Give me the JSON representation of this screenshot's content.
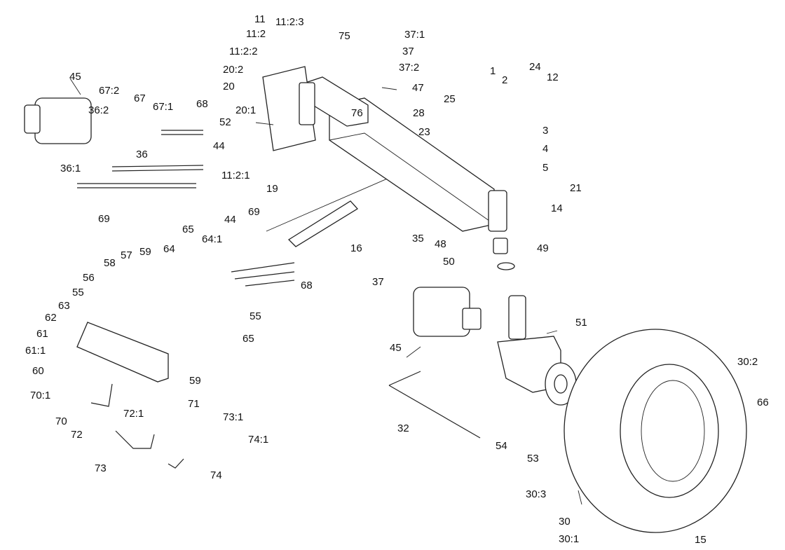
{
  "labels": [
    "1",
    "2",
    "3",
    "4",
    "5",
    "12",
    "14",
    "15",
    "16",
    "19",
    "20",
    "20:1",
    "20:2",
    "21",
    "23",
    "24",
    "25",
    "28",
    "30",
    "30:1",
    "30:2",
    "30:3",
    "32",
    "35",
    "36",
    "36:1",
    "36:2",
    "37",
    "37:1",
    "37:2",
    "44",
    "45",
    "47",
    "48",
    "49",
    "50",
    "51",
    "52",
    "53",
    "54",
    "55",
    "56",
    "57",
    "58",
    "59",
    "60",
    "61",
    "61:1",
    "62",
    "63",
    "64",
    "64:1",
    "65",
    "66",
    "67",
    "67:1",
    "67:2",
    "68",
    "69",
    "70",
    "70:1",
    "71",
    "72",
    "72:1",
    "73",
    "73:1",
    "74",
    "74:1",
    "75",
    "76",
    "11",
    "11:2",
    "11:2:1",
    "11:2:2",
    "11:2:3"
  ]
}
